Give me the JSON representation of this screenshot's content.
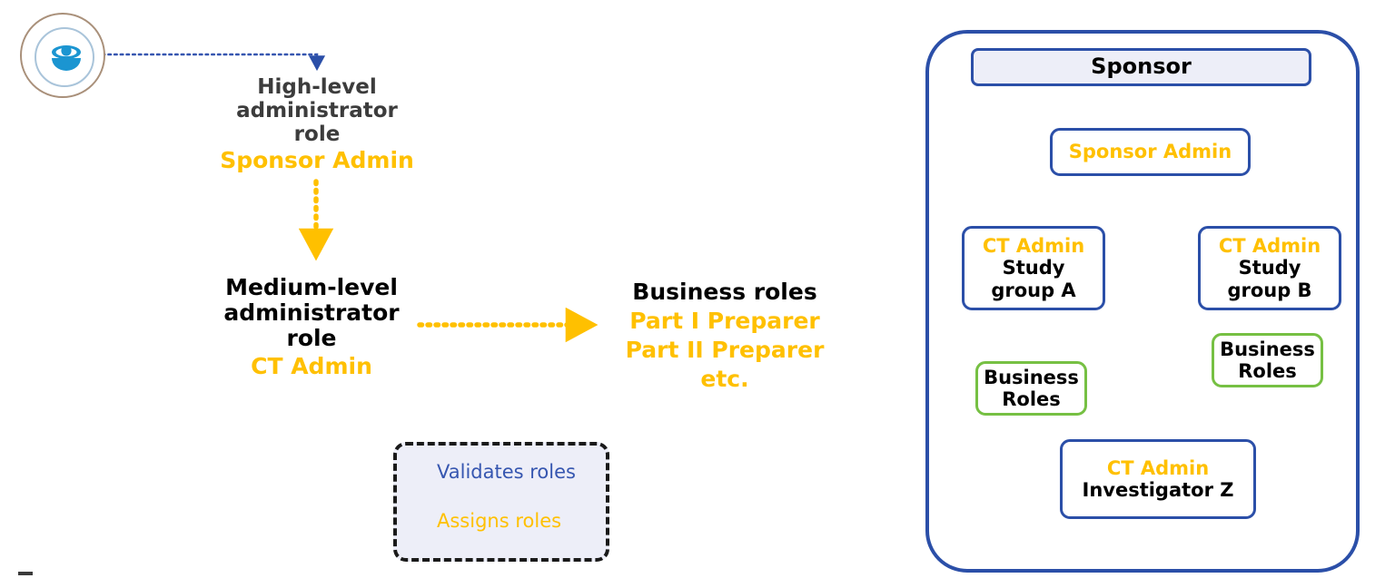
{
  "colors": {
    "amber": "#FFC000",
    "blue": "#2B4FA8",
    "blue_light": "#3656B0",
    "green": "#76C043",
    "dark_text": "#3C3C3C",
    "black": "#000000",
    "legend_fill": "#EDEEF8",
    "avatar_outer_ring": "#A9907A",
    "avatar_inner_ring": "#A9C4DA",
    "avatar_person": "#1B95D1"
  },
  "left_panel": {
    "avatar": {
      "icon": "user-avatar-icon"
    },
    "high_level": {
      "line1": "High-level",
      "line2": "administrator",
      "line3": "role",
      "role": "Sponsor  Admin"
    },
    "medium_level": {
      "line1": "Medium-level",
      "line2": "administrator",
      "line3": "role",
      "role": "CT Admin"
    },
    "business_roles": {
      "title": "Business roles",
      "items": [
        "Part I Preparer",
        "Part II Preparer",
        "etc."
      ]
    },
    "legend": {
      "validates": "Validates roles",
      "assigns": "Assigns roles"
    }
  },
  "right_panel": {
    "sponsor": {
      "label": "Sponsor"
    },
    "sponsor_admin": {
      "role": "Sponsor Admin"
    },
    "ct_admin_a": {
      "role": "CT Admin",
      "line1": "Study",
      "line2": "group A"
    },
    "ct_admin_b": {
      "role": "CT Admin",
      "line1": "Study",
      "line2": "group B"
    },
    "business_roles_a": {
      "line1": "Business",
      "line2": "Roles"
    },
    "business_roles_b": {
      "line1": "Business",
      "line2": "Roles"
    },
    "investigator": {
      "role": "CT Admin",
      "name": "Investigator Z"
    }
  }
}
